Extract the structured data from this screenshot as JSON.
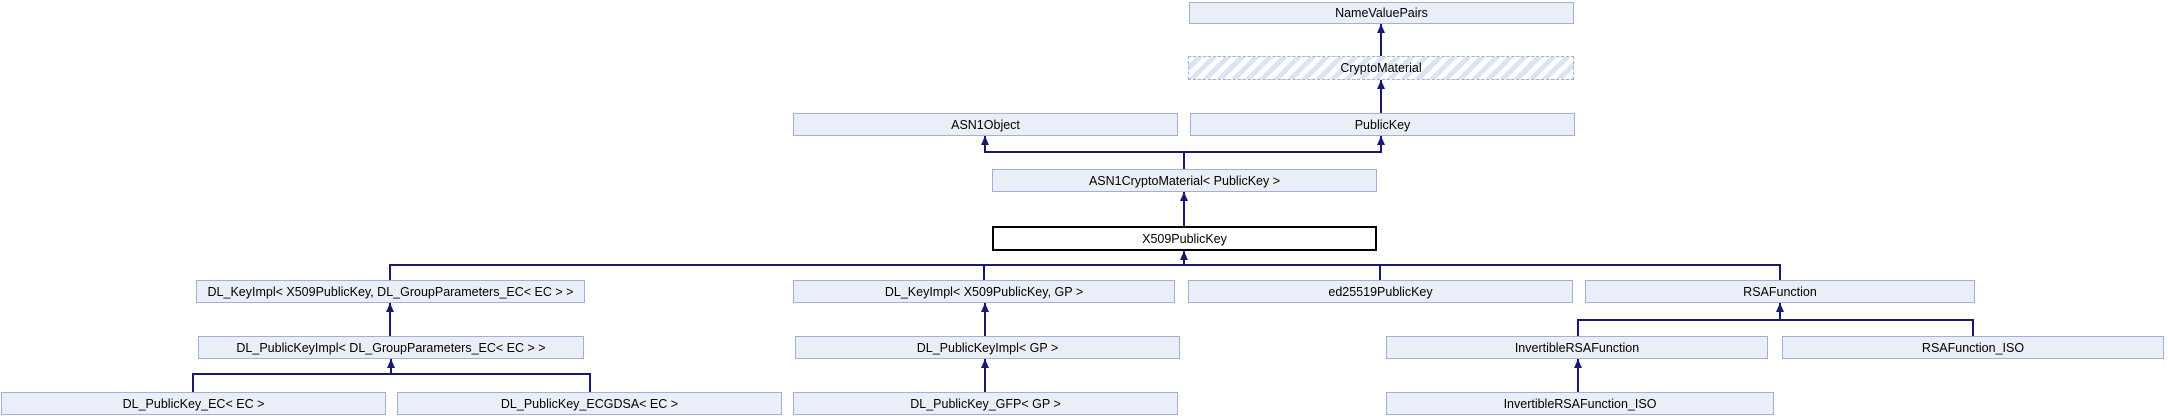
{
  "diagram": {
    "type": "class-inheritance-graph",
    "current_class": "X509PublicKey",
    "nodes": [
      {
        "label": "NameValuePairs",
        "style": "normal"
      },
      {
        "label": "CryptoMaterial",
        "style": "hatched"
      },
      {
        "label": "ASN1Object",
        "style": "normal"
      },
      {
        "label": "PublicKey",
        "style": "normal"
      },
      {
        "label": "ASN1CryptoMaterial< PublicKey >",
        "style": "normal"
      },
      {
        "label": "X509PublicKey",
        "style": "current"
      },
      {
        "label": "DL_KeyImpl< X509PublicKey, DL_GroupParameters_EC< EC > >",
        "style": "normal"
      },
      {
        "label": "DL_KeyImpl< X509PublicKey, GP >",
        "style": "normal"
      },
      {
        "label": "ed25519PublicKey",
        "style": "normal"
      },
      {
        "label": "RSAFunction",
        "style": "normal"
      },
      {
        "label": "DL_PublicKeyImpl< DL_GroupParameters_EC< EC > >",
        "style": "normal"
      },
      {
        "label": "DL_PublicKeyImpl< GP >",
        "style": "normal"
      },
      {
        "label": "InvertibleRSAFunction",
        "style": "normal"
      },
      {
        "label": "RSAFunction_ISO",
        "style": "normal"
      },
      {
        "label": "DL_PublicKey_EC< EC >",
        "style": "normal"
      },
      {
        "label": "DL_PublicKey_ECGDSA< EC >",
        "style": "normal"
      },
      {
        "label": "DL_PublicKey_GFP< GP >",
        "style": "normal"
      },
      {
        "label": "InvertibleRSAFunction_ISO",
        "style": "normal"
      }
    ],
    "edges": [
      {
        "from": "CryptoMaterial",
        "to": "NameValuePairs"
      },
      {
        "from": "PublicKey",
        "to": "CryptoMaterial"
      },
      {
        "from": "ASN1CryptoMaterial< PublicKey >",
        "to": "ASN1Object"
      },
      {
        "from": "ASN1CryptoMaterial< PublicKey >",
        "to": "PublicKey"
      },
      {
        "from": "X509PublicKey",
        "to": "ASN1CryptoMaterial< PublicKey >"
      },
      {
        "from": "DL_KeyImpl< X509PublicKey, DL_GroupParameters_EC< EC > >",
        "to": "X509PublicKey"
      },
      {
        "from": "DL_KeyImpl< X509PublicKey, GP >",
        "to": "X509PublicKey"
      },
      {
        "from": "ed25519PublicKey",
        "to": "X509PublicKey"
      },
      {
        "from": "RSAFunction",
        "to": "X509PublicKey"
      },
      {
        "from": "DL_PublicKeyImpl< DL_GroupParameters_EC< EC > >",
        "to": "DL_KeyImpl< X509PublicKey, DL_GroupParameters_EC< EC > >"
      },
      {
        "from": "DL_PublicKeyImpl< GP >",
        "to": "DL_KeyImpl< X509PublicKey, GP >"
      },
      {
        "from": "InvertibleRSAFunction",
        "to": "RSAFunction"
      },
      {
        "from": "RSAFunction_ISO",
        "to": "RSAFunction"
      },
      {
        "from": "DL_PublicKey_EC< EC >",
        "to": "DL_PublicKeyImpl< DL_GroupParameters_EC< EC > >"
      },
      {
        "from": "DL_PublicKey_ECGDSA< EC >",
        "to": "DL_PublicKeyImpl< DL_GroupParameters_EC< EC > >"
      },
      {
        "from": "DL_PublicKey_GFP< GP >",
        "to": "DL_PublicKeyImpl< GP >"
      },
      {
        "from": "InvertibleRSAFunction_ISO",
        "to": "InvertibleRSAFunction"
      }
    ]
  },
  "colors": {
    "node-fill": "#e9eef7",
    "node-border": "#9fb1d6",
    "edge": "#191970",
    "current-border": "#000000",
    "hatch-stripe": "#dde4f1",
    "text": "#000000"
  }
}
